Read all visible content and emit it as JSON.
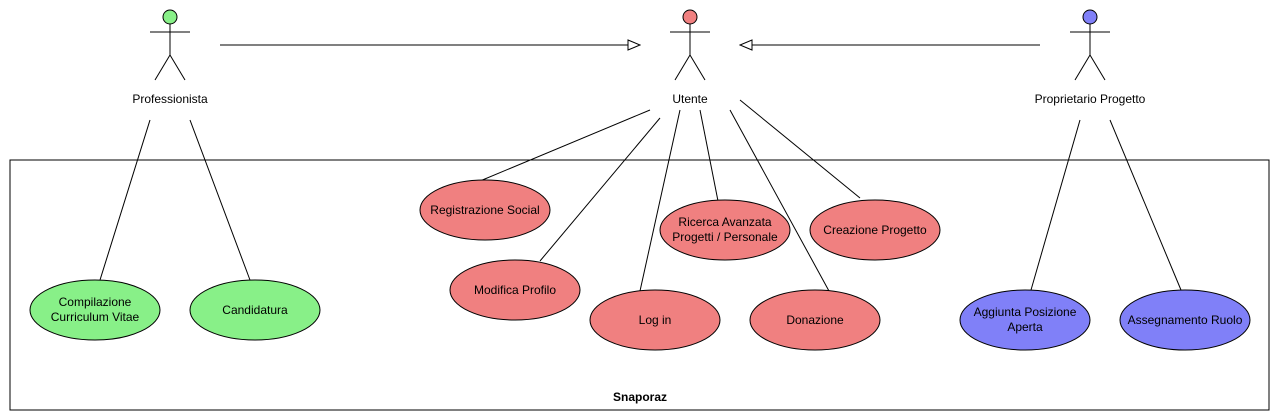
{
  "colors": {
    "professionista": "#88f088",
    "utente": "#f08080",
    "proprietario": "#8080f8",
    "stroke": "#000000"
  },
  "system": {
    "name": "Snaporaz"
  },
  "actors": {
    "professionista": {
      "label": "Professionista"
    },
    "utente": {
      "label": "Utente"
    },
    "proprietario": {
      "label": "Proprietario Progetto"
    }
  },
  "usecases": {
    "compilazione": {
      "lines": [
        "Compilazione",
        "Curriculum Vitae"
      ]
    },
    "candidatura": {
      "lines": [
        "Candidatura"
      ]
    },
    "registrazione": {
      "lines": [
        "Registrazione Social"
      ]
    },
    "modifica": {
      "lines": [
        "Modifica Profilo"
      ]
    },
    "login": {
      "lines": [
        "Log in"
      ]
    },
    "ricerca": {
      "lines": [
        "Ricerca Avanzata",
        "Progetti / Personale"
      ]
    },
    "donazione": {
      "lines": [
        "Donazione"
      ]
    },
    "creazione": {
      "lines": [
        "Creazione Progetto"
      ]
    },
    "aggiunta": {
      "lines": [
        "Aggiunta Posizione",
        "Aperta"
      ]
    },
    "assegnamento": {
      "lines": [
        "Assegnamento Ruolo"
      ]
    }
  }
}
